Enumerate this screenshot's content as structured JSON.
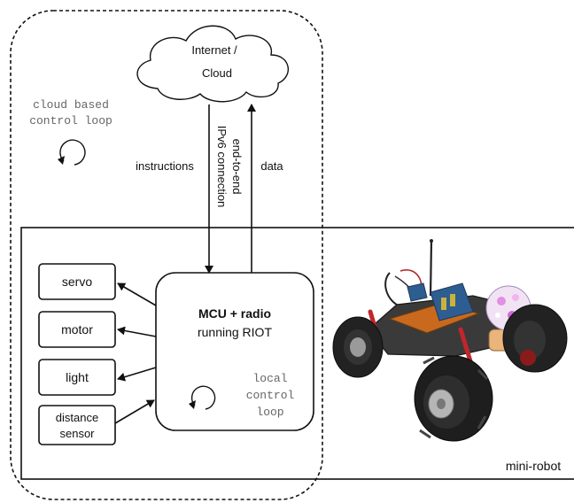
{
  "cloud": {
    "line1": "Internet /",
    "line2": "Cloud"
  },
  "cloud_loop": {
    "line1": "cloud based",
    "line2": "control loop",
    "icon": "loop-icon"
  },
  "connection": {
    "line1": "end-to-end",
    "line2": "IPv6 connection",
    "instructions_label": "instructions",
    "data_label": "data"
  },
  "mcu": {
    "title": "MCU + radio",
    "subtitle": "running RIOT"
  },
  "local_loop": {
    "line1": "local",
    "line2": "control",
    "line3": "loop",
    "icon": "loop-icon"
  },
  "peripherals": {
    "servo": "servo",
    "motor": "motor",
    "light": "light",
    "distance_line1": "distance",
    "distance_line2": "sensor"
  },
  "robot": {
    "label": "mini-robot"
  }
}
